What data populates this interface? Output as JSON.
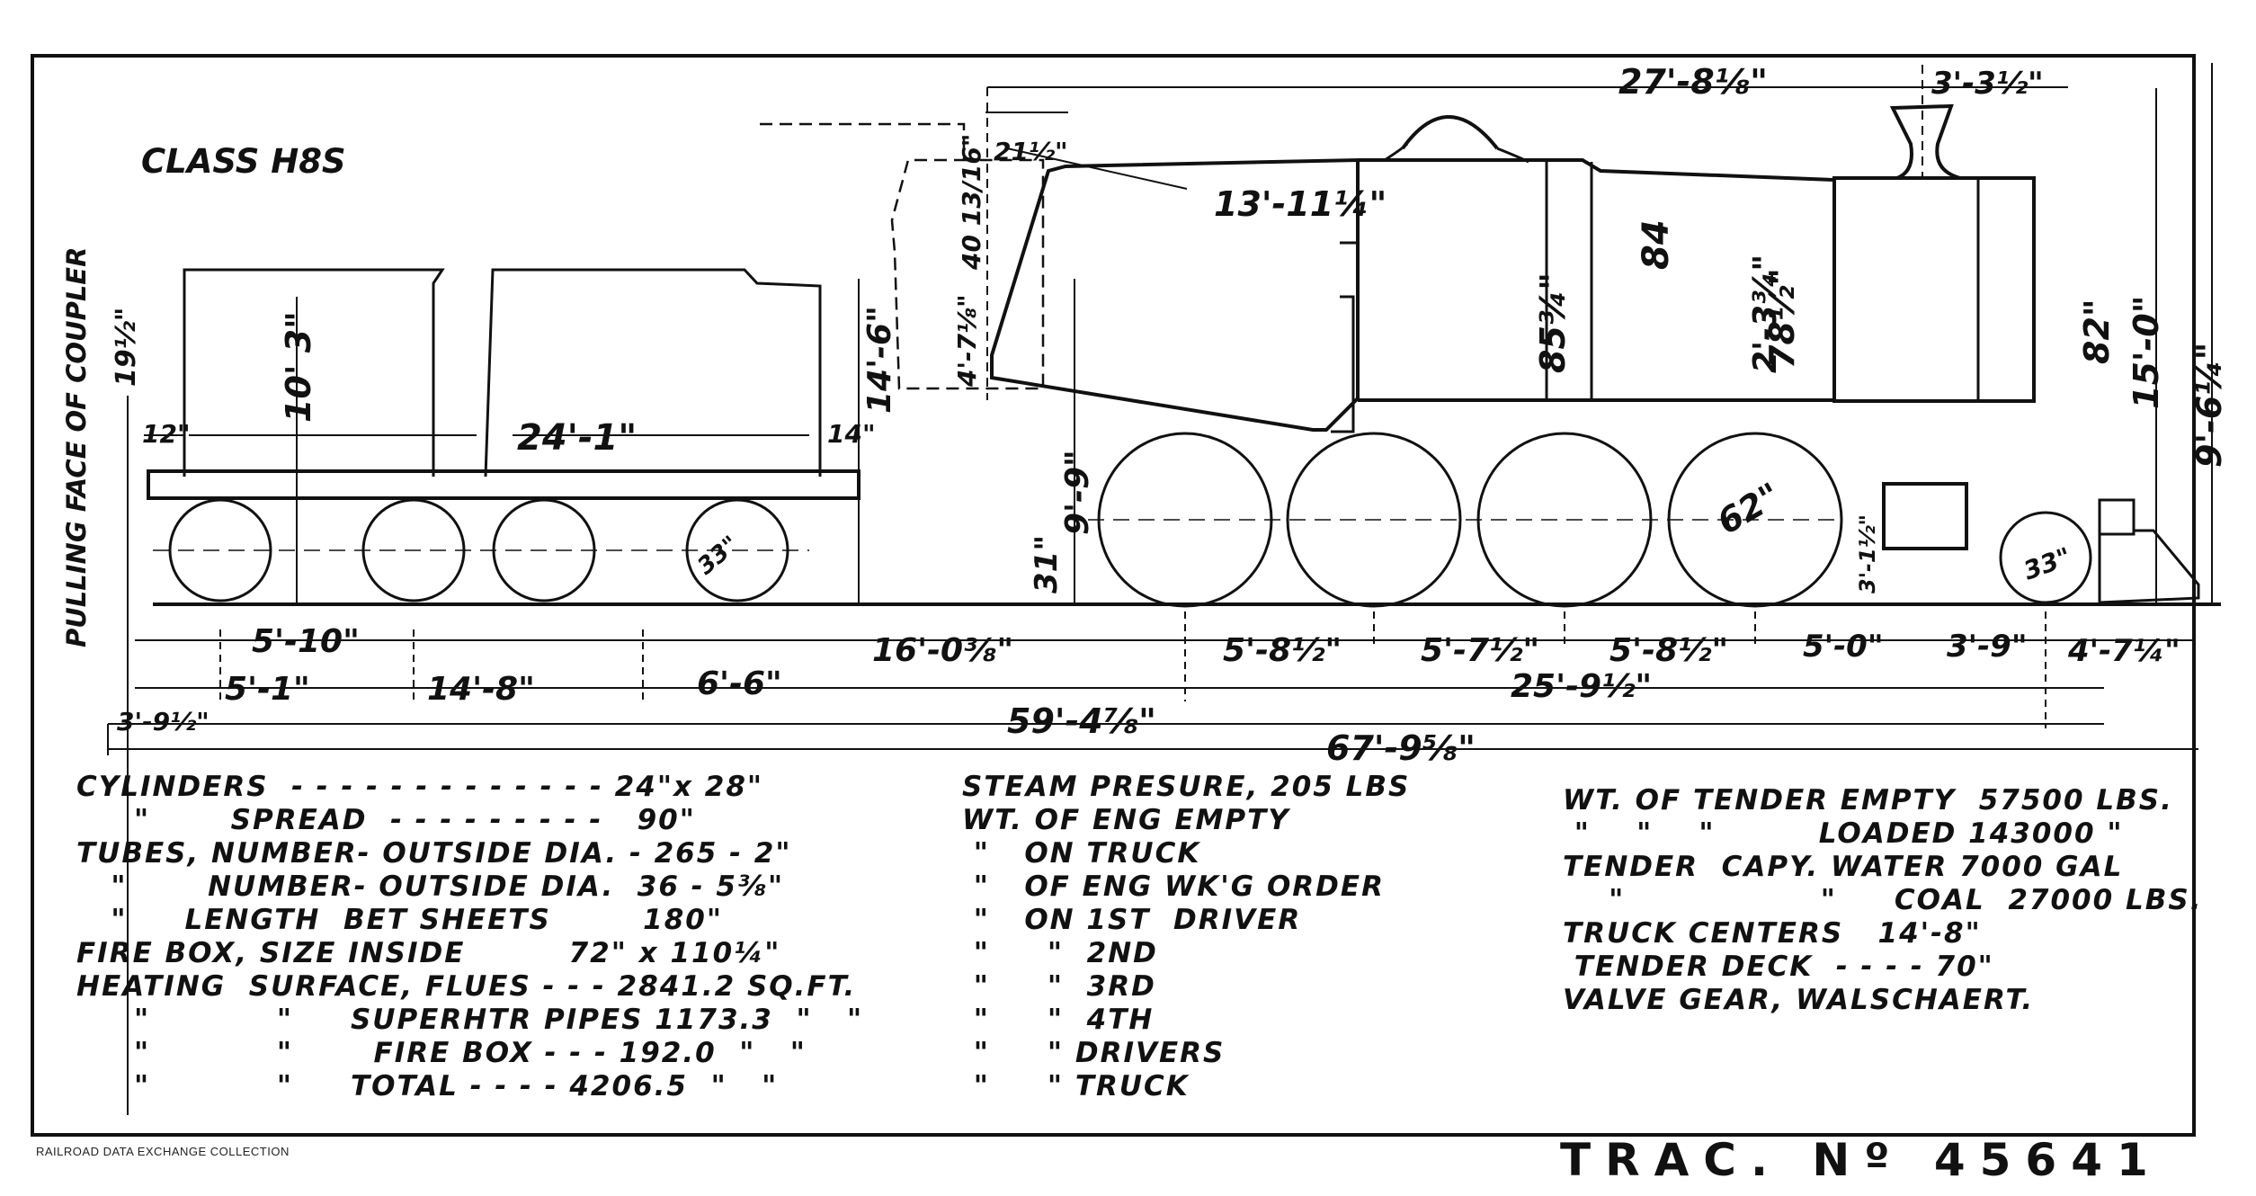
{
  "drawing": {
    "class_label": "CLASS H8S",
    "coupler_label": "PULLING FACE OF COUPLER",
    "collection_note": "RAILROAD DATA EXCHANGE COLLECTION",
    "tracing_number": "TRAC. Nº 45641"
  },
  "dimensions": {
    "boiler_length": "27'-8⅛\"",
    "stack_offset": "3'-3½\"",
    "cab_offset": "21½\"",
    "cab_height": "40 13/16\"",
    "cab_window": "4'-7⅛\"",
    "firebox_length": "13'-11¼\"",
    "dome_height": "85¾\"",
    "boiler_dia": "84",
    "boiler_mid": "78½\"",
    "smokebox": "2'-3¾\"",
    "boiler_82": "82\"",
    "height_15": "15'-0\"",
    "height_9": "9'-6¼\"",
    "tender_height": "10' 3\"",
    "tender_total_height": "14'-6\"",
    "coupler_19": "19½\"",
    "tender_12": "12\"",
    "tender_length": "24'-1\"",
    "tender_14": "14\"",
    "cyl_centre": "9'-9\"",
    "axle_31": "31\"",
    "driver_dia": "62\"",
    "pilot_3": "3'-1½\"",
    "wheel_33_tender": "33\"",
    "wheel_33_pilot": "33\"",
    "tender_wb_510": "5'-10\"",
    "tender_wb_51": "5'-1\"",
    "tender_wb_148": "14'-8\"",
    "tender_wb_66": "6'-6\"",
    "gap_1603": "16'-0⅜\"",
    "drv_1": "5'-8½\"",
    "drv_2": "5'-7½\"",
    "drv_3": "5'-8½\"",
    "drv_4": "5'-0\"",
    "drv_5": "3'-9\"",
    "drv_6": "4'-7¼\"",
    "engine_wb": "25'-9½\"",
    "total_wb": "59'-4⅞\"",
    "overall_395": "3'-9½\"",
    "overall": "67'-9⅝\""
  },
  "specs_left": [
    "CYLINDERS  - - - - - - - - - - - - - 24\"x 28\"",
    "     \"       SPREAD  - - - - - - - - -   90\"",
    "TUBES, NUMBER- OUTSIDE DIA. - 265 - 2\"",
    "   \"       NUMBER- OUTSIDE DIA.  36 - 5⅜\"",
    "   \"     LENGTH  BET SHEETS        180\"",
    "FIRE BOX, SIZE INSIDE         72\" x 110¼\"",
    "HEATING  SURFACE, FLUES - - - 2841.2 SQ.FT.",
    "     \"           \"     SUPERHTR PIPES 1173.3  \"   \"",
    "     \"           \"       FIRE BOX - - - 192.0  \"   \"",
    "     \"           \"     TOTAL - - - - 4206.5  \"   \""
  ],
  "specs_mid": [
    "STEAM PRESURE, 205 LBS",
    "WT. OF ENG EMPTY",
    " \"   ON TRUCK",
    " \"   OF ENG WK'G ORDER",
    " \"   ON 1ST  DRIVER",
    " \"     \"  2ND",
    " \"     \"  3RD",
    " \"     \"  4TH",
    " \"     \" DRIVERS",
    " \"     \" TRUCK"
  ],
  "specs_right": [
    "WT. OF TENDER EMPTY  57500 LBS.",
    " \"    \"    \"         LOADED 143000 \"",
    "TENDER  CAPY. WATER 7000 GAL",
    "    \"                 \"     COAL  27000 LBS.",
    "TRUCK CENTERS   14'-8\"",
    " TENDER DECK  - - - - 70\"",
    "VALVE GEAR, WALSCHAERT."
  ]
}
